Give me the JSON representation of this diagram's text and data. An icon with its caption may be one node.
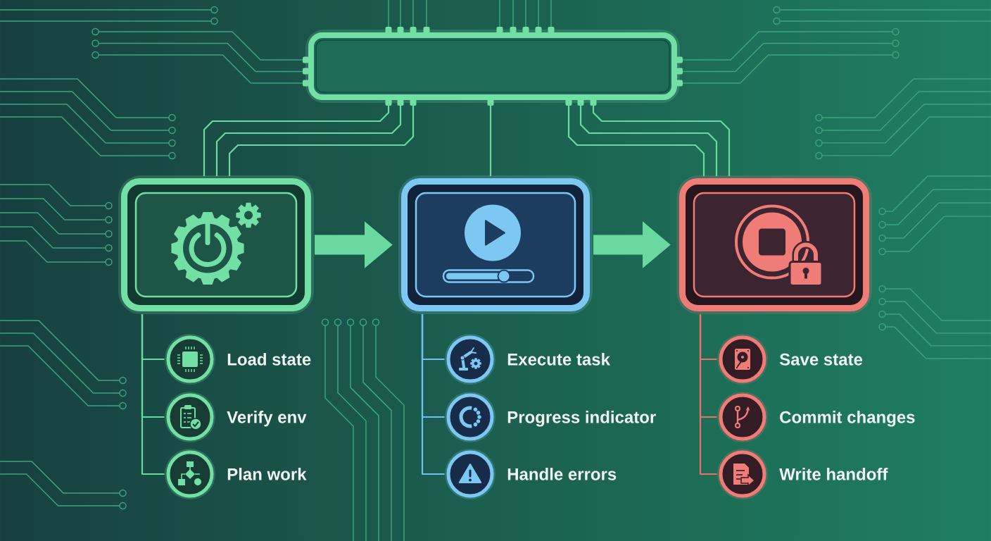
{
  "diagram": {
    "nodes": [
      {
        "text": [],
        "shape": "box"
      },
      {
        "text": [],
        "shape": "box"
      },
      {
        "text": [],
        "shape": "box"
      },
      {
        "text": [],
        "shape": "box"
      },
      {
        "text": [],
        "shape": "circle",
        "beside": [
          "Load state"
        ]
      },
      {
        "text": [],
        "shape": "circle",
        "beside": [
          "Verify env"
        ]
      },
      {
        "text": [],
        "shape": "circle",
        "beside": [
          "Plan work"
        ]
      },
      {
        "text": [],
        "shape": "circle",
        "beside": [
          "Execute task"
        ]
      },
      {
        "text": [],
        "shape": "circle",
        "beside": [
          "Progress indicator"
        ]
      },
      {
        "text": [],
        "shape": "circle",
        "beside": [
          "Handle errors"
        ]
      },
      {
        "text": [],
        "shape": "circle",
        "beside": [
          "Save state"
        ]
      },
      {
        "text": [],
        "shape": "circle",
        "beside": [
          "Commit changes"
        ]
      },
      {
        "text": [],
        "shape": "circle",
        "beside": [
          "Write handoff"
        ]
      }
    ],
    "edges": [
      {
        "from": 1,
        "to": 2,
        "arrow": "to",
        "style": "thick"
      },
      {
        "from": 2,
        "to": 3,
        "arrow": "to",
        "style": "thick"
      },
      {
        "from": 0,
        "to": 1,
        "arrow": "none"
      },
      {
        "from": 0,
        "to": 1,
        "arrow": "none"
      },
      {
        "from": 0,
        "to": 1,
        "arrow": "none"
      },
      {
        "from": 0,
        "to": 2,
        "arrow": "none"
      },
      {
        "from": 0,
        "to": 3,
        "arrow": "none"
      },
      {
        "from": 0,
        "to": 3,
        "arrow": "none"
      },
      {
        "from": 0,
        "to": 3,
        "arrow": "none"
      },
      {
        "from": 1,
        "to": 4,
        "arrow": "none"
      },
      {
        "from": 1,
        "to": 5,
        "arrow": "none"
      },
      {
        "from": 1,
        "to": 6,
        "arrow": "none"
      },
      {
        "from": 2,
        "to": 7,
        "arrow": "none",
        "color": "#6ec3ee"
      },
      {
        "from": 2,
        "to": 8,
        "arrow": "none",
        "color": "#6ec3ee"
      },
      {
        "from": 2,
        "to": 9,
        "arrow": "none",
        "color": "#6ec3ee"
      },
      {
        "from": 3,
        "to": 10,
        "arrow": "none",
        "color": "#e8716d"
      },
      {
        "from": 3,
        "to": 11,
        "arrow": "none",
        "color": "#e8716d"
      },
      {
        "from": 3,
        "to": 12,
        "arrow": "none",
        "color": "#e8716d"
      }
    ]
  }
}
